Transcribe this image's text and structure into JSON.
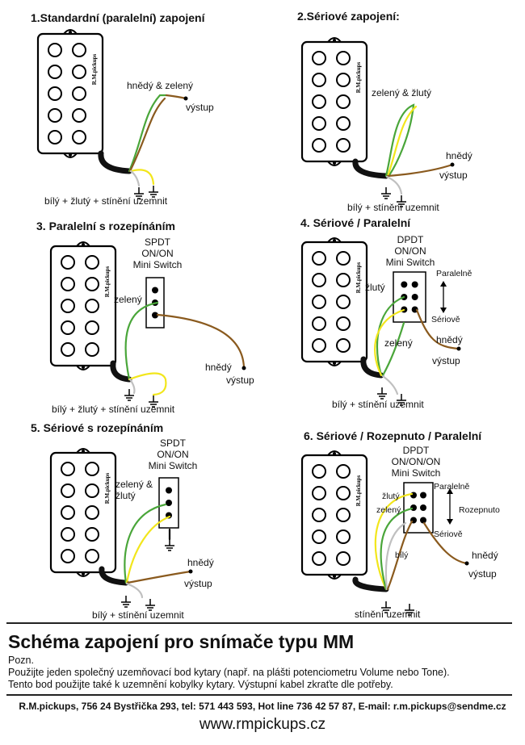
{
  "diagrams": [
    {
      "title": "1.Standardní (paralelní) zapojení",
      "labels": {
        "wire_top": "hnědý & zelený",
        "output": "výstup",
        "ground": "bílý + žlutý + stínění uzemnit"
      }
    },
    {
      "title": "2.Sériové zapojení:",
      "labels": {
        "wire_top": "zelený & žlutý",
        "brown": "hnědý",
        "output": "výstup",
        "ground": "bílý + stínění uzemnit"
      }
    },
    {
      "title": "3. Paralelní s rozepínáním",
      "switch": "SPDT\nON/ON\nMini Switch",
      "labels": {
        "green": "zelený",
        "brown": "hnědý",
        "output": "výstup",
        "ground": "bílý + žlutý + stínění uzemnit"
      }
    },
    {
      "title": "4. Sériové / Paralelní",
      "switch": "DPDT\nON/ON\nMini Switch",
      "labels": {
        "yellow": "žlutý",
        "green": "zelený",
        "parallel": "Paralelně",
        "series": "Sériově",
        "brown": "hnědý",
        "output": "výstup",
        "ground": "bílý + stínění uzemnit"
      }
    },
    {
      "title": "5. Sériové s rozepínáním",
      "switch": "SPDT\nON/ON\nMini Switch",
      "labels": {
        "green_yellow": "zelený &\nžlutý",
        "brown": "hnědý",
        "output": "výstup",
        "ground": "bílý + stínění uzemnit"
      }
    },
    {
      "title": "6. Sériové / Rozepnuto / Paralelní",
      "switch": "DPDT\nON/ON/ON\nMini Switch",
      "labels": {
        "yellow": "žlutý",
        "green": "zelený",
        "white": "bílý",
        "parallel": "Paralelně",
        "open": "Rozepnuto",
        "series": "Sériově",
        "brown": "hnědý",
        "output": "výstup",
        "ground": "stínění uzemnit"
      }
    }
  ],
  "pickup_brand": "R.M.pickups",
  "footer": {
    "title": "Schéma zapojení pro snímače typu MM",
    "note_heading": "Pozn.",
    "note_line1": "Použijte jeden společný uzemňovací bod kytary (např. na plášti potenciometru Volume nebo Tone).",
    "note_line2": "Tento bod použijte také k uzemnění kobylky kytary. Výstupní kabel zkraťte dle potřeby.",
    "contact": "R.M.pickups, 756 24 Bystřička 293, tel: 571 443 593, Hot line 736 42 57 87, E-mail: r.m.pickups@sendme.cz",
    "website": "www.rmpickups.cz"
  },
  "wire_colors": {
    "green": "#4aa63a",
    "yellow": "#f2e61c",
    "brown": "#8a5a1e",
    "white": "#c0c0c0",
    "cable": "#111111"
  }
}
